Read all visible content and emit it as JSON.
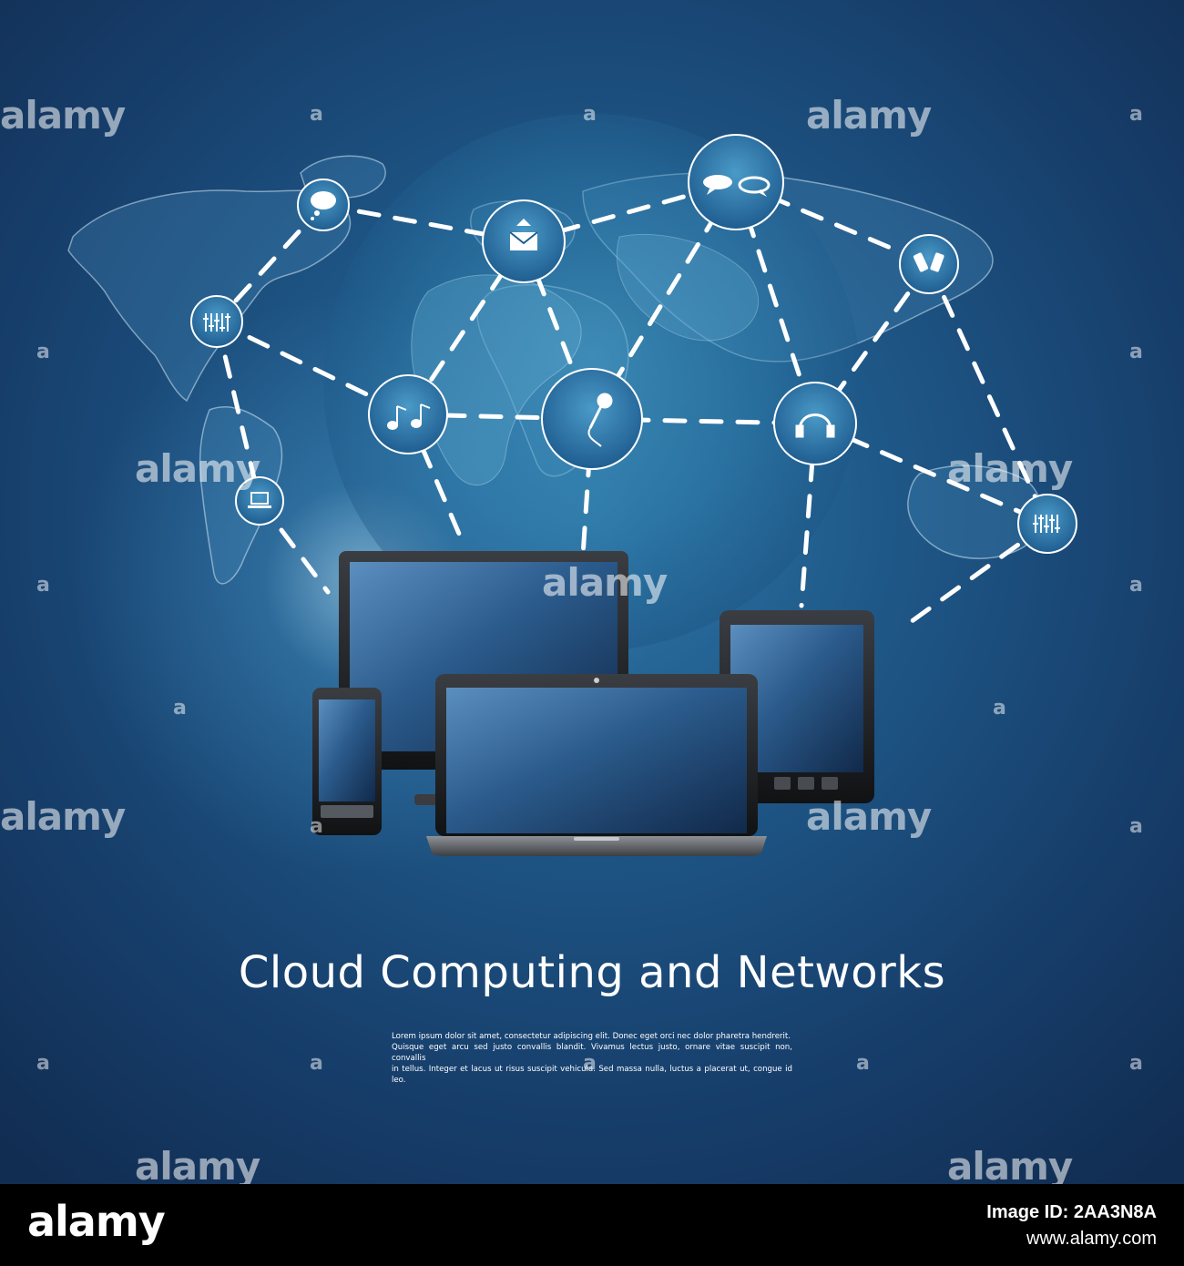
{
  "title": "Cloud Computing and Networks",
  "body_lines": [
    "Lorem ipsum dolor sit amet, consectetur adipiscing elit. Donec eget orci nec dolor pharetra hendrerit.",
    "Quisque eget arcu sed justo convallis blandit. Vivamus lectus justo, ornare vitae suscipit non, convallis",
    "in tellus. Integer et lacus ut risus suscipit vehicula. Sed massa nulla, luctus a placerat ut, congue id leo."
  ],
  "watermark": {
    "text": "alamy",
    "short": "a"
  },
  "footer": {
    "logo": "alamy",
    "image_id": "Image ID: 2AA3N8A",
    "site": "www.alamy.com"
  },
  "colors": {
    "background_dark": "#112d52",
    "background_mid": "#1f5a8a",
    "network_line": "#ffffff",
    "footer": "#000000"
  },
  "network_icons": [
    "thought-bubble-icon",
    "mail-icon",
    "chat-bubbles-icon",
    "mobile-phones-icon",
    "equalizer-icon",
    "music-notes-icon",
    "microphone-icon",
    "headphones-icon",
    "laptop-icon",
    "equalizer-icon"
  ],
  "devices": [
    "desktop-monitor",
    "tablet",
    "laptop",
    "smartphone"
  ]
}
